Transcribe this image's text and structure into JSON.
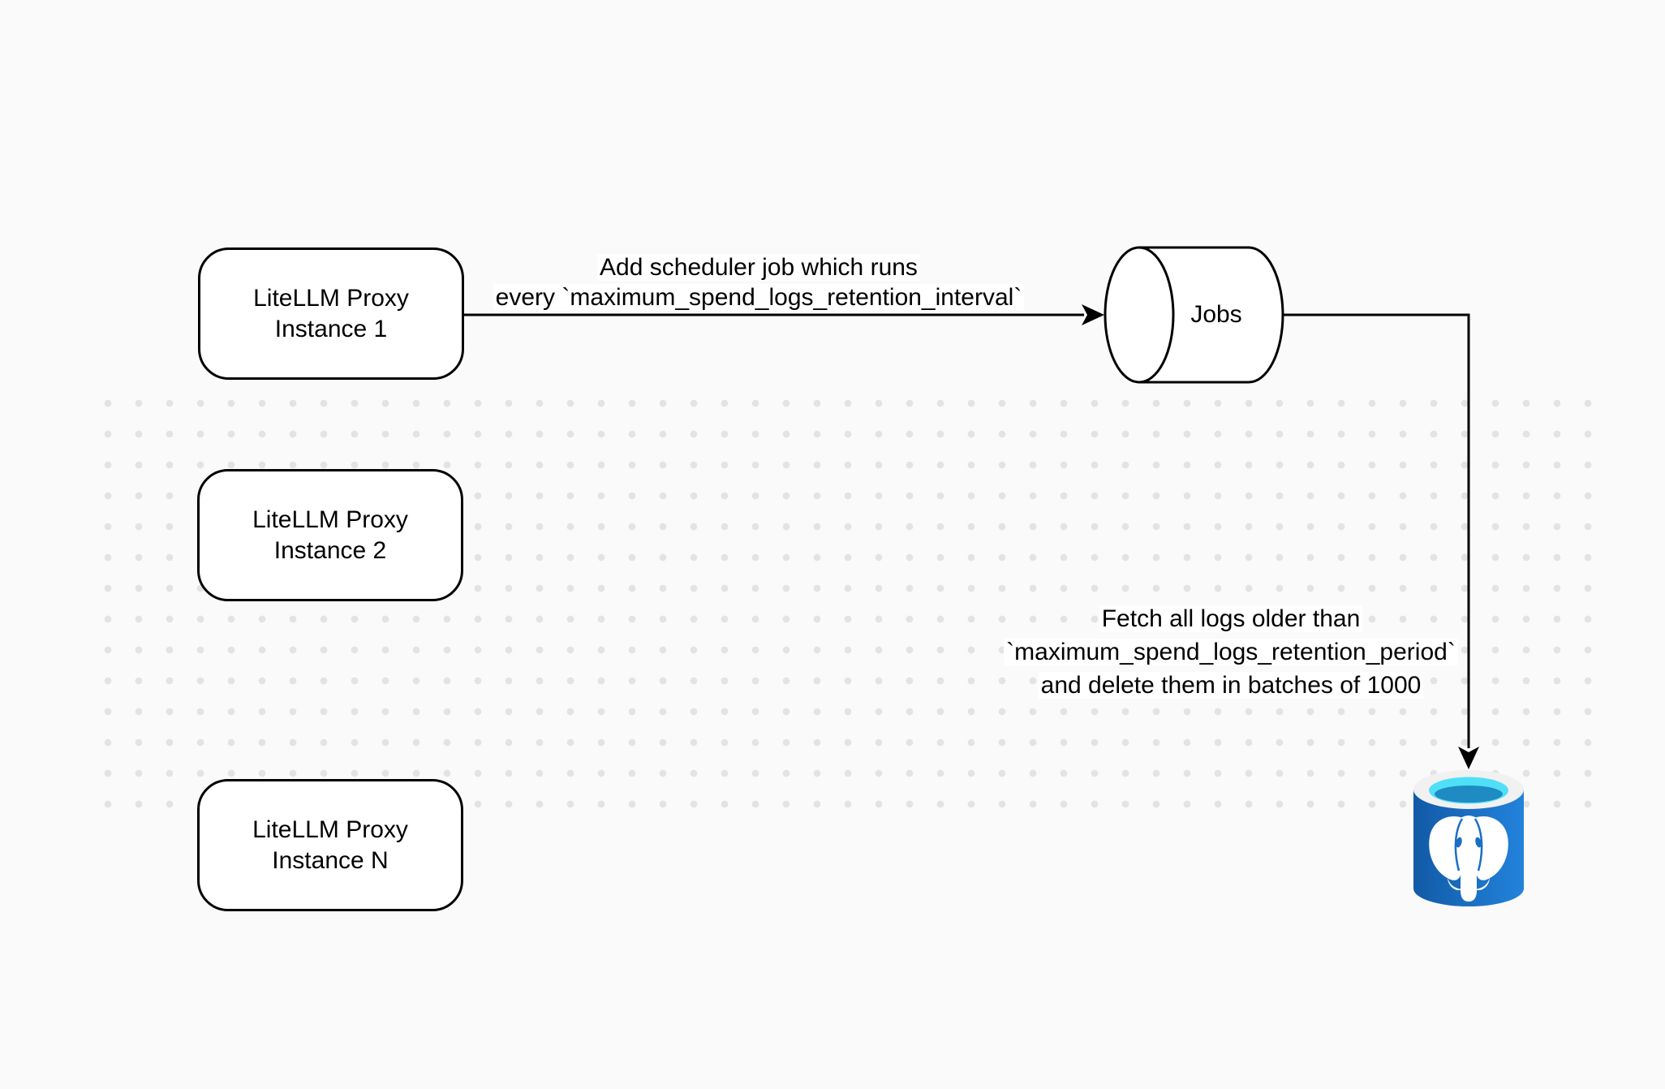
{
  "diagram": {
    "nodes": {
      "instance1": {
        "line1": "LiteLLM Proxy",
        "line2": "Instance 1"
      },
      "instance2": {
        "line1": "LiteLLM Proxy",
        "line2": "Instance 2"
      },
      "instanceN": {
        "line1": "LiteLLM Proxy",
        "line2": "Instance N"
      },
      "jobs": {
        "label": "Jobs"
      },
      "postgres": {
        "icon": "postgresql-database-icon"
      }
    },
    "edges": {
      "scheduler": {
        "line1": "Add scheduler job which runs",
        "line2": "every `maximum_spend_logs_retention_interval`"
      },
      "fetch": {
        "line1": "Fetch all logs older than",
        "line2": "`maximum_spend_logs_retention_period`",
        "line3": "and delete them in batches of 1000"
      }
    },
    "colors": {
      "background": "#FAFAFA",
      "dot": "#E3E3E3",
      "stroke": "#000000",
      "node_fill": "#FFFFFF",
      "postgres_blue_dark": "#115AA6",
      "postgres_blue_light": "#2383DC",
      "postgres_rim": "#F1F1F1",
      "postgres_cyan": "#4FE0F7",
      "postgres_inner_blue": "#1E8BC3",
      "postgres_accent": "#1A6FC4"
    }
  }
}
